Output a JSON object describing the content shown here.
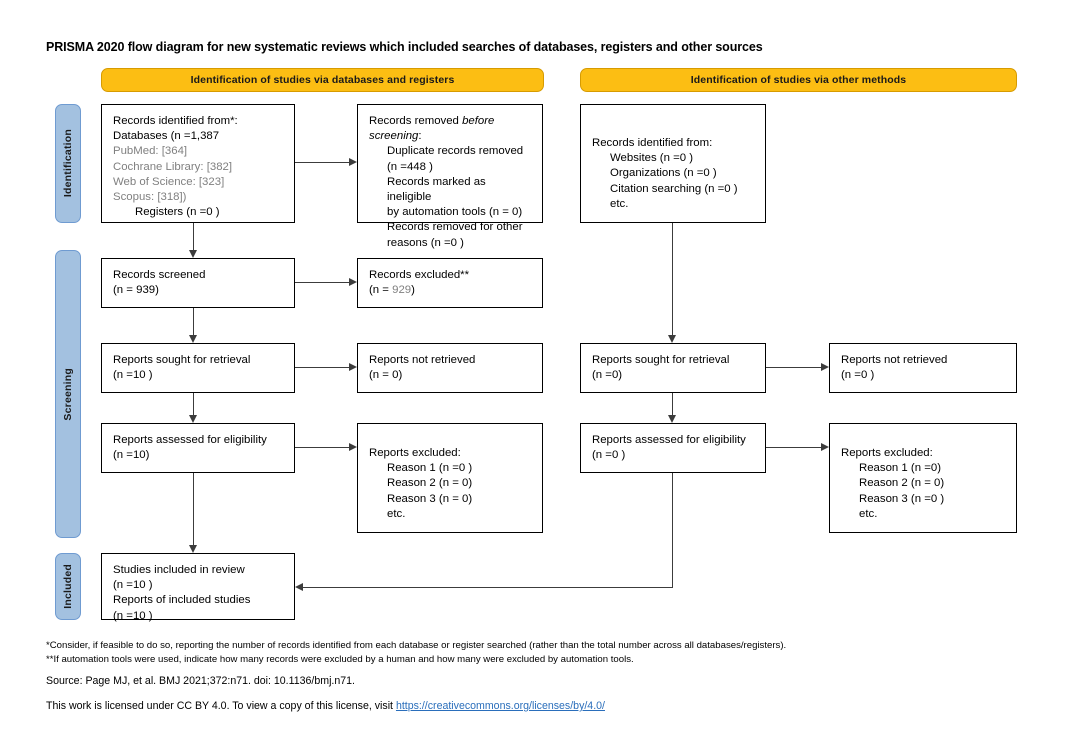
{
  "title": "PRISMA 2020 flow diagram for new systematic reviews which included searches of databases, registers and other sources",
  "colors": {
    "banner_fill": "#FCBE13",
    "banner_border": "#D79B00",
    "stage_fill": "#A3C1E0",
    "stage_border": "#6F9BD1",
    "box_border": "#000000",
    "connector": "#3C3C3C",
    "muted_text": "#808080",
    "link": "#2A6EBB"
  },
  "banners": {
    "databases": "Identification of studies via databases and registers",
    "other": "Identification of studies via other methods"
  },
  "stages": {
    "identification": "Identification",
    "screening": "Screening",
    "included": "Included"
  },
  "boxes": {
    "identified": {
      "lines": [
        "Records identified from*:",
        "Databases (n =1,387",
        "PubMed: [364]",
        "Cochrane Library: [382]",
        "Web of Science: [323]",
        "Scopus: [318])",
        "Registers (n =0 )"
      ]
    },
    "removed": {
      "heading_a": "Records removed ",
      "heading_italic": "before",
      "heading_italic2": "screening",
      "heading_colon": ":",
      "lines": [
        "Duplicate records removed",
        "(n =448 )",
        "Records marked as ineligible",
        "by automation tools (n = 0)",
        "Records removed for other",
        "reasons (n =0 )"
      ]
    },
    "screened": {
      "line1": "Records screened",
      "line2_a": "(n = ",
      "line2_n": "939",
      "line2_b": ")"
    },
    "excluded": {
      "line1": "Records excluded**",
      "line2_a": "(n = ",
      "line2_n": "929",
      "line2_b": ")"
    },
    "sought": {
      "line1": "Reports sought for retrieval",
      "line2": "(n =10 )"
    },
    "not_retrieved": {
      "line1": "Reports not retrieved",
      "line2": "(n = 0)"
    },
    "assessed": {
      "line1": "Reports assessed for eligibility",
      "line2": "(n =10)"
    },
    "reports_excluded": {
      "heading": "Reports excluded:",
      "lines": [
        "Reason 1 (n =0 )",
        "Reason 2 (n = 0)",
        "Reason 3 (n = 0)",
        "etc."
      ]
    },
    "included": {
      "line1": "Studies included in review",
      "line2": "(n =10 )",
      "line3": "Reports of included studies",
      "line4": "(n =10 )"
    },
    "other_identified": {
      "heading": "Records identified from:",
      "lines": [
        "Websites (n =0 )",
        "Organizations (n =0 )",
        "Citation searching (n =0 )",
        "etc."
      ]
    },
    "other_sought": {
      "line1": "Reports sought for retrieval",
      "line2": "(n =0)"
    },
    "other_not_retrieved": {
      "line1": "Reports not retrieved",
      "line2": "(n =0 )"
    },
    "other_assessed": {
      "line1": "Reports assessed for eligibility",
      "line2": "(n =0 )"
    },
    "other_reports_excluded": {
      "heading": "Reports excluded:",
      "lines": [
        "Reason 1 (n =0)",
        "Reason 2 (n = 0)",
        "Reason 3 (n =0 )",
        "etc."
      ]
    }
  },
  "footnotes": {
    "note1": "*Consider, if feasible to do so, reporting the number of records identified from each database or register searched (rather than the total number across all databases/registers).",
    "note2": "**If automation tools were used, indicate how many records were excluded by a human and how many were excluded by automation tools.",
    "source": "Source: Page MJ, et al. BMJ 2021;372:n71. doi: 10.1136/bmj.n71.",
    "license_prefix": "This work is licensed under CC BY 4.0. To view a copy of this license, visit ",
    "license_url": "https://creativecommons.org/licenses/by/4.0/"
  }
}
